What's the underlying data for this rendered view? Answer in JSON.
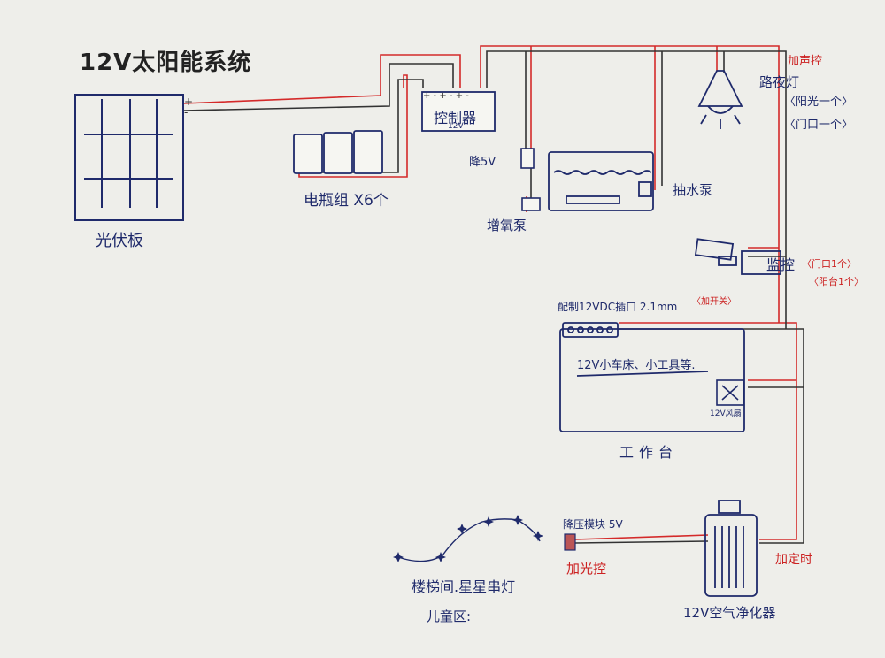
{
  "title": "12V太阳能系统",
  "colors": {
    "ink": "#1f2a6b",
    "wire_red": "#d42a2a",
    "wire_dark": "#333333",
    "paper": "#eeeeea"
  },
  "labels": {
    "pv_panel": "光伏板",
    "battery_bank": "电瓶组 X6个",
    "controller": "控制器",
    "controller_voltage": "12V",
    "step_down_5v": "降5V",
    "booster_pump": "增氧泵",
    "water_pump": "抽水泵",
    "voice_control": "加声控",
    "night_light": "路夜灯",
    "night_light_note1": "〈阳光一个〉",
    "night_light_note2": "〈门口一个〉",
    "monitor": "监控",
    "monitor_note1": "〈门口1个〉",
    "monitor_note2": "〈阳台1个〉",
    "usb_socket": "配制12VDC插口 2.1mm",
    "usb_socket_switch": "〈加开关〉",
    "workbench_note": "12V小车床、小工具等.",
    "fan": "12V风扇",
    "workbench": "工作台",
    "step_down_module": "降压模块 5V",
    "light_control": "加光控",
    "star_lights": "楼梯间.星星串灯",
    "kids_area": "儿童区:",
    "air_purifier": "12V空气净化器",
    "timer": "加定时",
    "plus": "+",
    "minus": "-",
    "terminals": "+ -  + -  + -"
  },
  "icons": [
    "solar-panel-icon",
    "battery-icon",
    "controller-icon",
    "aquarium-icon",
    "lamp-icon",
    "camera-icon",
    "fan-icon",
    "star-icon",
    "purifier-icon"
  ]
}
